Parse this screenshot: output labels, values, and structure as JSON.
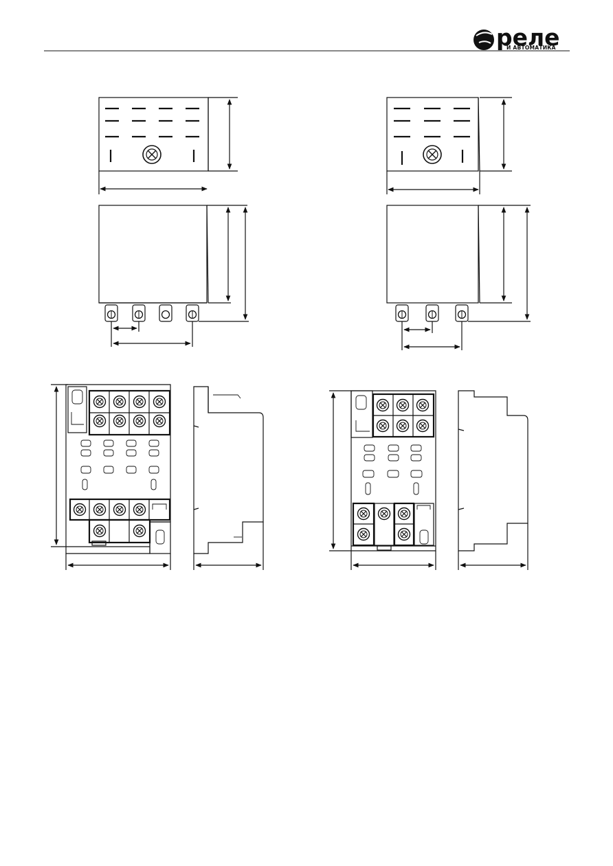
{
  "header": {
    "brand_word": "реле",
    "brand_subtitle": "И АВТОМАТИКА"
  },
  "figures": [
    {
      "name": "relay-4-contact",
      "views": [
        "top-view",
        "front-view",
        "socket-front-view",
        "socket-side-view"
      ]
    },
    {
      "name": "relay-3-contact",
      "views": [
        "top-view",
        "front-view",
        "socket-front-view",
        "socket-side-view"
      ]
    }
  ]
}
